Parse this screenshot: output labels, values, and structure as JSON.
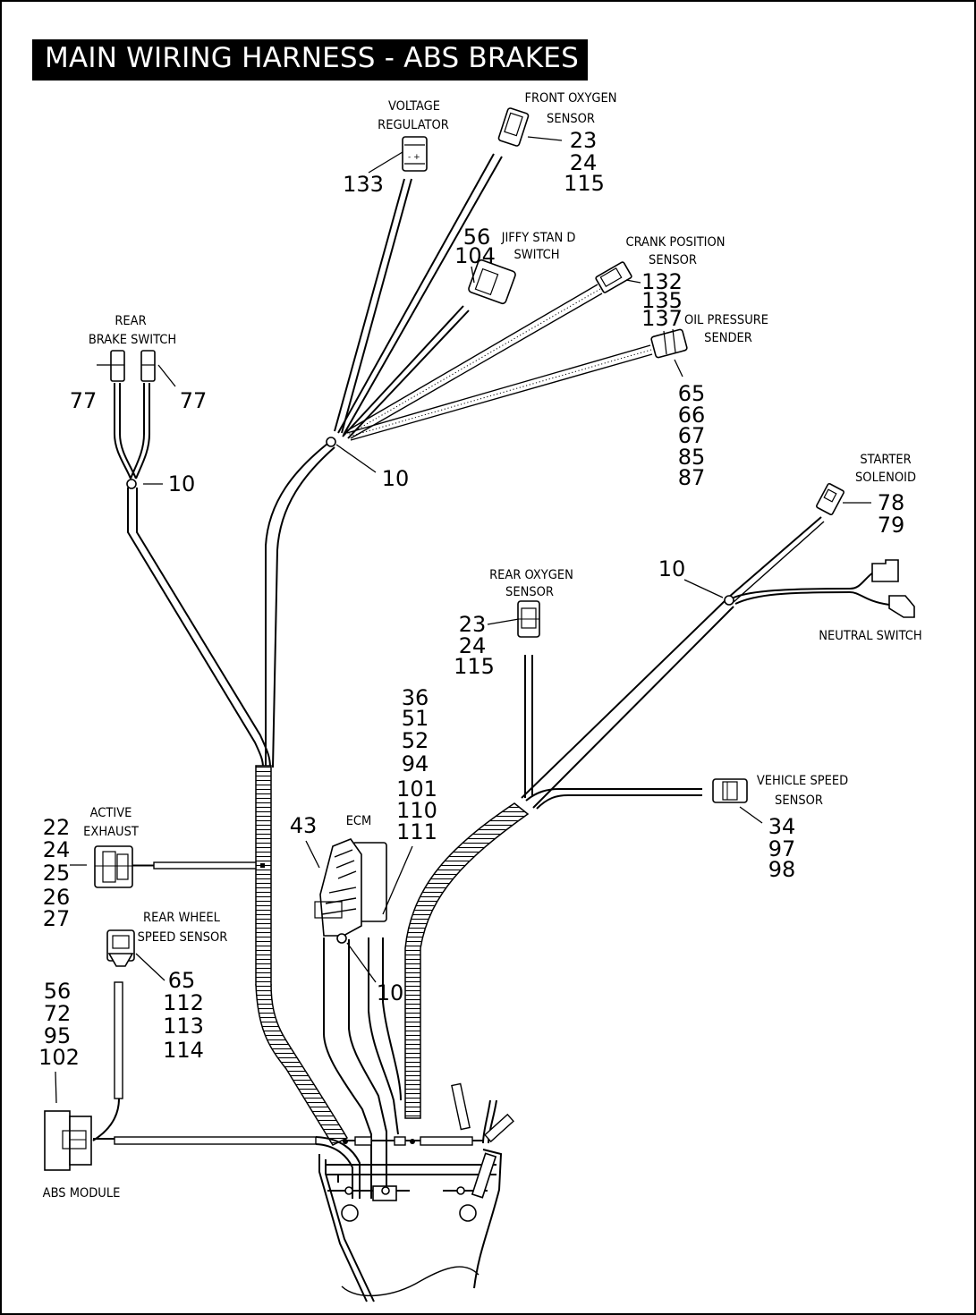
{
  "title": "MAIN WIRING HARNESS - ABS BRAKES",
  "labels": {
    "voltage_regulator": [
      "VOLTAGE",
      "REGULATOR"
    ],
    "front_oxygen_sensor": [
      "FRONT OXYGEN",
      "SENSOR"
    ],
    "jiffy_stand_switch": [
      "JIFFY STAN D",
      "SWITCH"
    ],
    "crank_position_sensor": [
      "CRANK POSITION",
      "SENSOR"
    ],
    "oil_pressure_sender": [
      "OIL PRESSURE",
      "SENDER"
    ],
    "rear_brake_switch": [
      "REAR",
      "BRAKE SWITCH"
    ],
    "starter_solenoid": [
      "STARTER",
      "SOLENOID"
    ],
    "neutral_switch": [
      "NEUTRAL SWITCH"
    ],
    "rear_oxygen_sensor": [
      "REAR OXYGEN",
      "SENSOR"
    ],
    "vehicle_speed_sensor": [
      "VEHICLE SPEED",
      "SENSOR"
    ],
    "active_exhaust": [
      "ACTIVE",
      "EXHAUST"
    ],
    "ecm": [
      "ECM"
    ],
    "rear_wheel_speed_sensor": [
      "REAR WHEEL",
      "SPEED SENSOR"
    ],
    "abs_module": [
      "ABS MODULE"
    ]
  },
  "callouts": {
    "voltage_regulator": [
      "133"
    ],
    "front_oxygen_sensor": [
      "23",
      "24",
      "115"
    ],
    "jiffy_stand_switch": [
      "56",
      "104"
    ],
    "crank_position_sensor": [
      "132",
      "135",
      "137"
    ],
    "oil_pressure_sender": [
      "65",
      "66",
      "67",
      "85",
      "87"
    ],
    "rear_brake_switch_left": [
      "77"
    ],
    "rear_brake_switch_right": [
      "77"
    ],
    "clip_rear_brake": [
      "10"
    ],
    "clip_upper": [
      "10"
    ],
    "starter_solenoid": [
      "78",
      "79"
    ],
    "clip_right": [
      "10"
    ],
    "rear_oxygen_sensor": [
      "23",
      "24",
      "115"
    ],
    "ecm_group": [
      "36",
      "51",
      "52",
      "94",
      "101",
      "110",
      "111"
    ],
    "vehicle_speed_sensor": [
      "34",
      "97",
      "98"
    ],
    "active_exhaust": [
      "22",
      "24",
      "25",
      "26",
      "27"
    ],
    "ecm_bracket": [
      "43"
    ],
    "clip_ecm": [
      "10"
    ],
    "rear_wheel_speed_sensor": [
      "65",
      "112",
      "113",
      "114"
    ],
    "abs_module": [
      "56",
      "72",
      "95",
      "102"
    ]
  }
}
